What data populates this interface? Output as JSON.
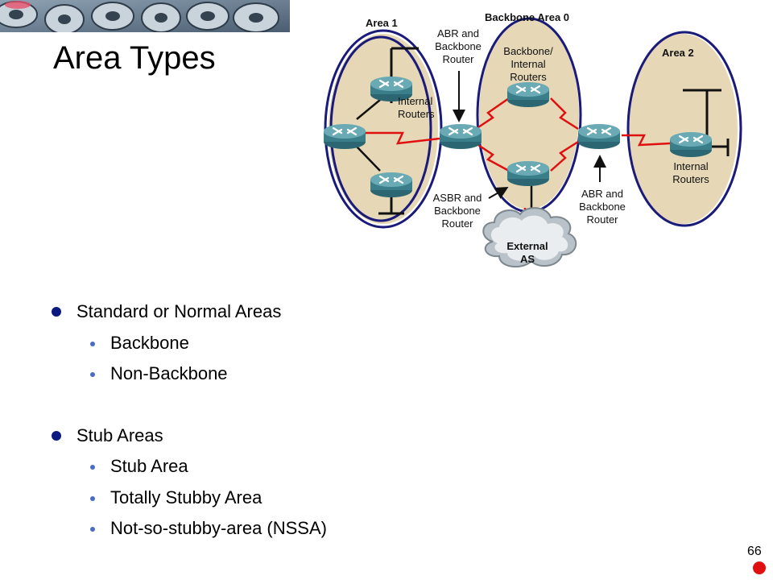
{
  "slide": {
    "title": "Area Types",
    "page_number": "66"
  },
  "diagram": {
    "area1_label": "Area 1",
    "backbone_label": "Backbone Area 0",
    "area2_label": "Area 2",
    "abr_top_lines": [
      "ABR and",
      "Backbone",
      "Router"
    ],
    "backbone_internal_lines": [
      "Backbone/",
      "Internal",
      "Routers"
    ],
    "area1_internal_lines": [
      "Internal",
      "Routers"
    ],
    "area2_internal_lines": [
      "Internal",
      "Routers"
    ],
    "asbr_lines": [
      "ASBR and",
      "Backbone",
      "Router"
    ],
    "abr_right_lines": [
      "ABR and",
      "Backbone",
      "Router"
    ],
    "external_lines": [
      "External",
      "AS"
    ]
  },
  "bullets": [
    {
      "text": "Standard or Normal Areas",
      "children": [
        "Backbone",
        "Non-Backbone"
      ]
    },
    {
      "text": "Stub Areas",
      "children": [
        "Stub Area",
        "Totally Stubby Area",
        "Not-so-stubby-area (NSSA)"
      ]
    }
  ],
  "colors": {
    "title": "#000000",
    "bullet_level1": "#0b1a80",
    "bullet_level2": "#4a6cc7",
    "area_fill": "#e6d8b6",
    "area_outline": "#1a1a7a",
    "link_red": "#e01010",
    "router_teal": "#3f8a96",
    "page_dot": "#e01010"
  }
}
